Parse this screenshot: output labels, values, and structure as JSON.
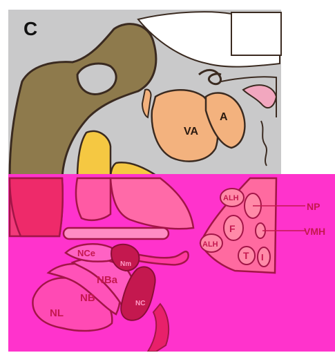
{
  "panel_label": "C",
  "regions": {
    "VA": "VA",
    "A": "A",
    "ALH_top": "ALH",
    "ALH_bottom": "ALH",
    "F": "F",
    "T": "T",
    "I": "I",
    "NCe": "NCe",
    "NBa": "NBa",
    "NB": "NB",
    "NL": "NL",
    "Nm": "Nm",
    "NC": "NC"
  },
  "callouts": {
    "NP": "NP",
    "VMH": "VMH"
  },
  "colors": {
    "background_gray": "#c9c9ca",
    "olive": "#8e7a4c",
    "tan": "#f3b27e",
    "yellow": "#f5c842",
    "orange_red": "#ee3b2a",
    "magenta_overlay": "#ff33cc",
    "dark_red": "#c4184f",
    "outline": "#3a2a20"
  }
}
